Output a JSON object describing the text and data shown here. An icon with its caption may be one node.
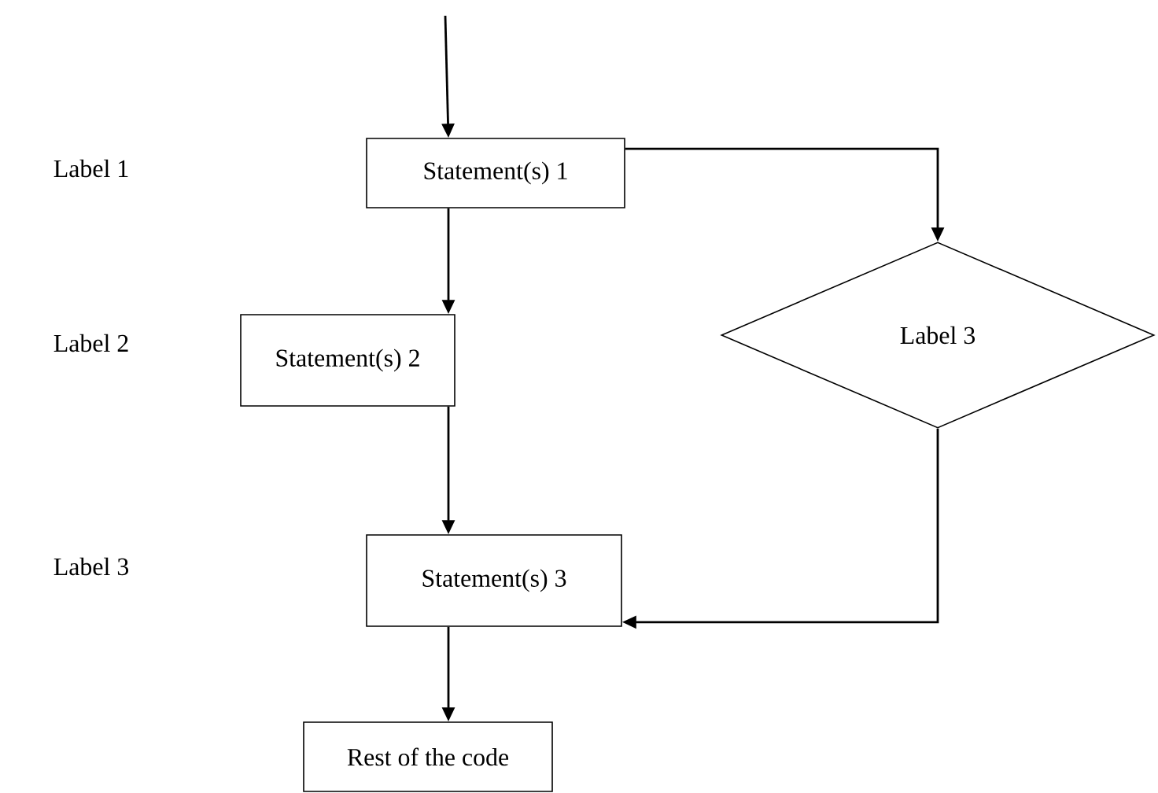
{
  "diagram": {
    "nodes": [
      {
        "text": [
          "Statement(s) 1"
        ]
      },
      {
        "text": [
          "Statement(s) 2"
        ]
      },
      {
        "text": [
          "Label 3"
        ]
      },
      {
        "text": [
          "Statement(s) 3"
        ]
      },
      {
        "text": [
          "Rest of the code"
        ]
      }
    ],
    "edges": [
      {
        "from": null,
        "to": 0,
        "arrow": "to"
      },
      {
        "from": 0,
        "to": 1,
        "arrow": "to"
      },
      {
        "from": 0,
        "to": 2,
        "arrow": "to"
      },
      {
        "from": 1,
        "to": 3,
        "arrow": "to"
      },
      {
        "from": 2,
        "to": 3,
        "arrow": "to"
      },
      {
        "from": 3,
        "to": 4,
        "arrow": "to"
      }
    ],
    "labels": [
      "Label 1",
      "Label 2",
      "Label 3"
    ]
  }
}
